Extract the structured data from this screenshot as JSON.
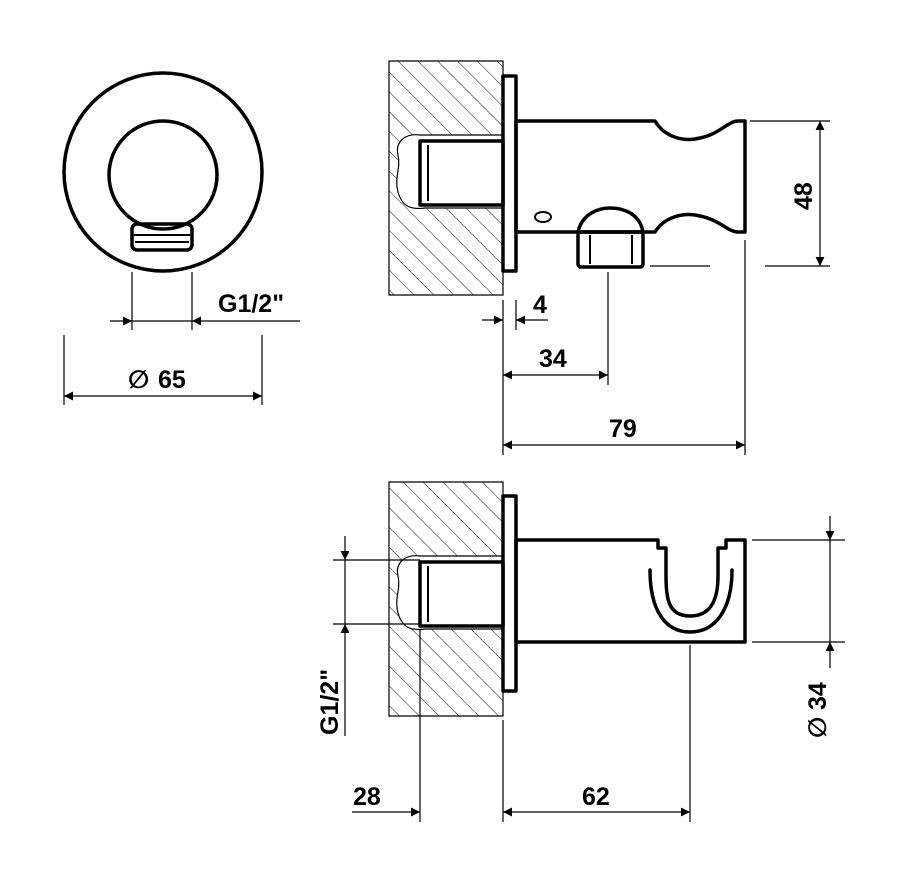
{
  "drawing": {
    "front_view": {
      "thread_label": "G1/2\"",
      "diameter_symbol": "∅",
      "diameter_value": "65"
    },
    "side_view_top": {
      "height_value": "48",
      "wall_gap_value": "4",
      "outlet_offset_value": "34",
      "total_length_value": "79"
    },
    "side_view_bottom": {
      "thread_label": "G1/2\"",
      "diameter_symbol": "∅",
      "diameter_value": "34",
      "recess_depth_value": "28",
      "holder_offset_value": "62"
    }
  }
}
